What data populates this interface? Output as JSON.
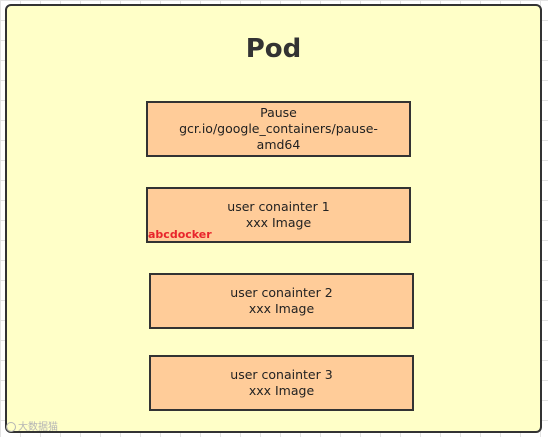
{
  "diagram": {
    "title": "Pod",
    "containers": [
      {
        "lines": [
          "Pause",
          "gcr.io/google_containers/pause-",
          "amd64"
        ]
      },
      {
        "lines": [
          "user conainter 1",
          "xxx Image"
        ]
      },
      {
        "lines": [
          "user conainter 2",
          "xxx Image"
        ]
      },
      {
        "lines": [
          "user conainter 3",
          "xxx Image"
        ]
      }
    ]
  },
  "watermarks": {
    "red_text": "abcdocker",
    "corner_text": "大数据猫"
  },
  "colors": {
    "pod_fill": "#ffffc8",
    "container_fill": "#ffcc99",
    "border": "#333333",
    "watermark_red": "#e8242b"
  }
}
